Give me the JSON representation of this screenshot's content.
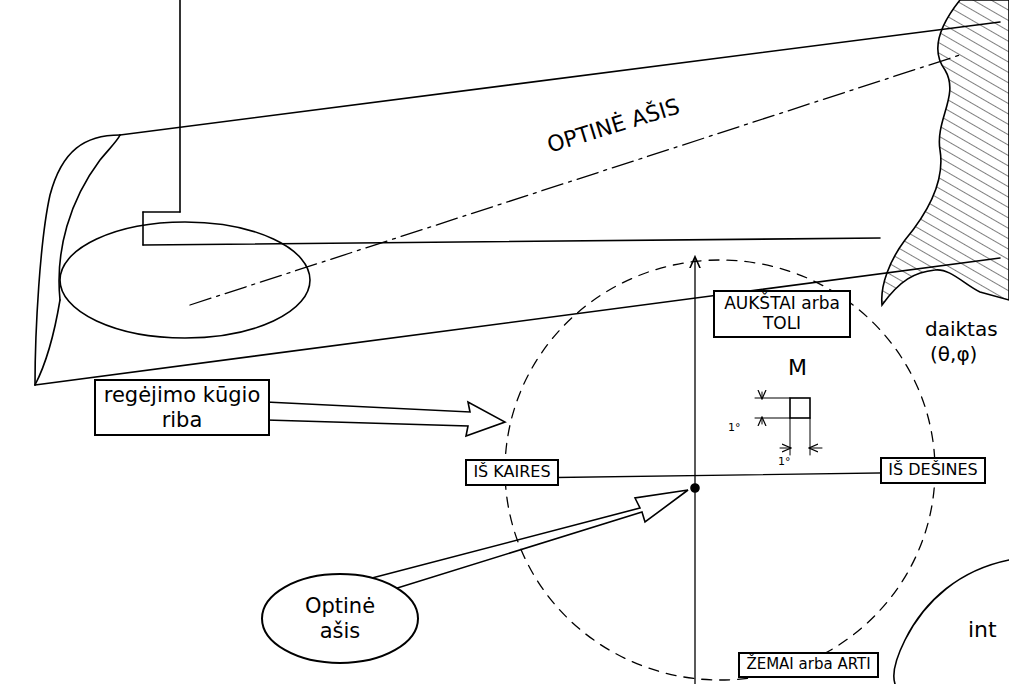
{
  "diagram": {
    "nodes": [
      {
        "text": [
          "AUKŠTAI arba TOLI"
        ]
      },
      {
        "text": [
          "IŠ KAIRES"
        ]
      },
      {
        "text": [
          "IŠ DEŠINES"
        ]
      },
      {
        "text": [
          "ŽEMAI arba ARTI"
        ]
      },
      {
        "text": [
          "regėjimo kūgio riba"
        ]
      },
      {
        "text": [
          "Optinė ašis"
        ]
      }
    ],
    "labels": [
      "OPTINĖ AŠIS",
      "M",
      "1°",
      "1°",
      "daiktas",
      "(θ,φ)",
      "int"
    ]
  }
}
